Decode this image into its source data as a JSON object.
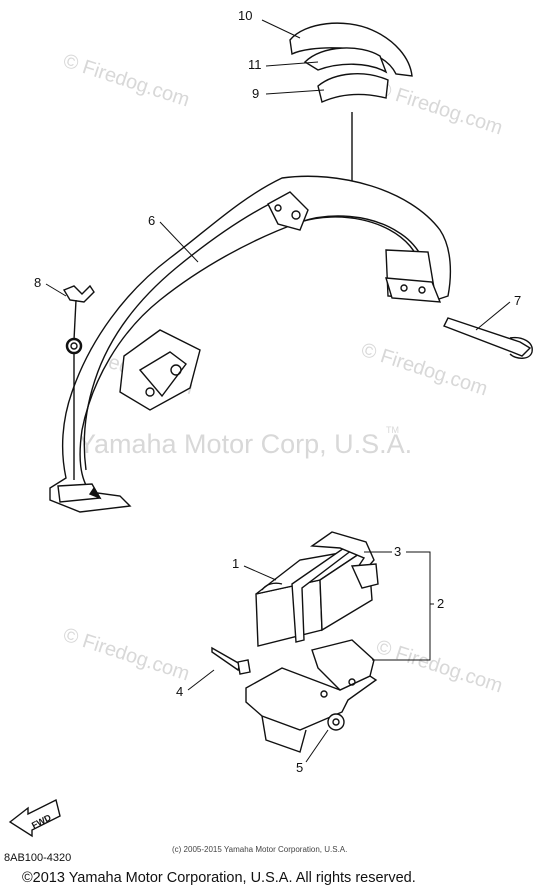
{
  "callouts": {
    "c1": "1",
    "c2": "2",
    "c3": "3",
    "c4": "4",
    "c5": "5",
    "c6": "6",
    "c7": "7",
    "c8": "8",
    "c9": "9",
    "c10": "10",
    "c11": "11"
  },
  "watermarks": {
    "firedog": "© Firedog.com",
    "firedog_plain": "Firedog.com",
    "yamaha": "Yamaha Motor Corp, U.S.A.",
    "tm": "TM"
  },
  "direction_label": "FWD",
  "footer": {
    "part_code": "8AB100-4320",
    "small_copyright": "(c) 2005-2015 Yamaha Motor Corporation, U.S.A.",
    "main_copyright": "©2013 Yamaha Motor Corporation, U.S.A. All rights reserved."
  }
}
